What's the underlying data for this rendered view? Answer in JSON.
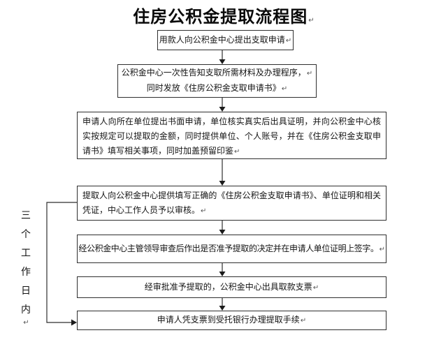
{
  "title": "住房公积金提取流程图",
  "marks": {
    "return": "↵"
  },
  "colors": {
    "line": "#2f2f2f",
    "text": "#141414",
    "background": "#ffffff"
  },
  "side_label": {
    "text": "三个工作日内",
    "chars": [
      "三",
      "个",
      "工",
      "作",
      "日",
      "内"
    ]
  },
  "boxes": [
    {
      "name": "submit-application",
      "text": "用款人向公积金中心提出支取申请"
    },
    {
      "name": "center-inform-materials",
      "lines": [
        "公积金中心一次性告知支取所需材料及办理程序，",
        "同时发放《住房公积金支取申请书》"
      ]
    },
    {
      "name": "unit-written-application",
      "text": "申请人向所在单位提出书面申请，单位核实真实后出具证明，并向公积金中心核实按规定可以提取的金额，同时提供单位、个人账号，并在《住房公积金支取申请书》填写相关事项，同时加盖预留印鉴"
    },
    {
      "name": "center-staff-review",
      "text": "提取人向公积金中心提供填写正确的《住房公积金支取申请书》、单位证明和相关凭证，中心工作人员予以审核。"
    },
    {
      "name": "leader-approval-decision",
      "text": "经公积金中心主管领导审查后作出是否准予提取的决定并在申请人单位证明上签字。"
    },
    {
      "name": "issue-withdrawal-check",
      "text": "经审批准予提取的，公积金中心出具取款支票"
    },
    {
      "name": "bank-withdrawal-procedure",
      "text": "申请人凭支票到受托银行办理提取手续"
    }
  ]
}
